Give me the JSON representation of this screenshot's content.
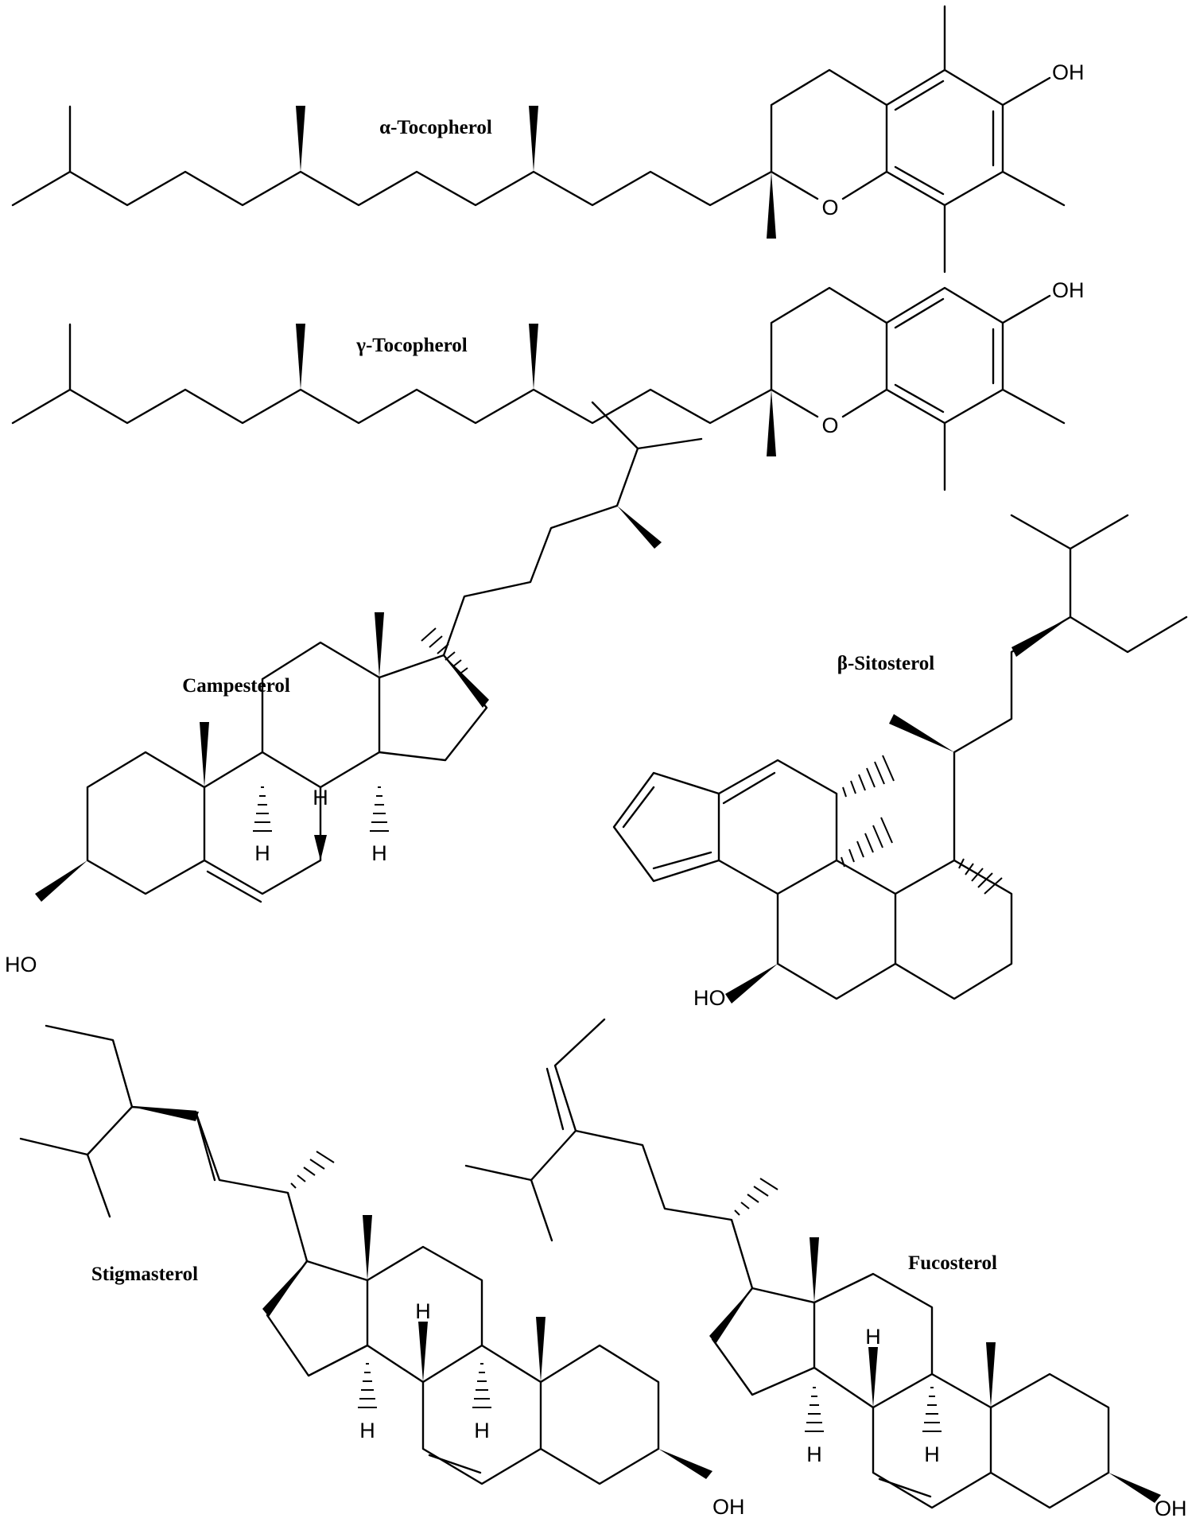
{
  "molecules": {
    "alpha_tocopherol": {
      "name": "α-Tocopherol",
      "oh": "OH",
      "o": "O"
    },
    "gamma_tocopherol": {
      "name": "γ-Tocopherol",
      "oh": "OH",
      "o": "O"
    },
    "campesterol": {
      "name": "Campesterol",
      "ho": "HO",
      "h": "H"
    },
    "beta_sitosterol": {
      "name": "β-Sitosterol",
      "ho": "HO"
    },
    "stigmasterol": {
      "name": "Stigmasterol",
      "oh": "OH",
      "h": "H"
    },
    "fucosterol": {
      "name": "Fucosterol",
      "oh": "OH",
      "h": "H"
    }
  },
  "colors": {
    "background": "#ffffff",
    "ink": "#000000"
  }
}
